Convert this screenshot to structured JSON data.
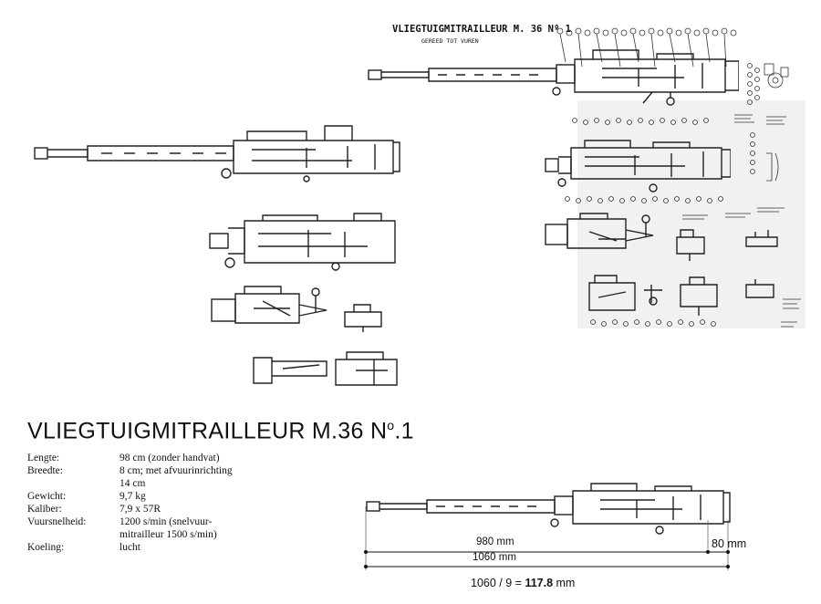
{
  "sheet": {
    "title": "VLIEGTUIGMITRAILLEUR  M. 36 Nº 1",
    "subtitle": "GEREED TOT VUREN"
  },
  "main_title": {
    "text": "VLIEGTUIGMITRAILLEUR M.36 N",
    "suffix": "o",
    "number": ".1"
  },
  "specs": [
    {
      "label": "Lengte:",
      "value": "98 cm (zonder handvat)"
    },
    {
      "label": "Breedte:",
      "value": "8 cm; met afvuurinrichting"
    },
    {
      "label": "",
      "value": "14 cm"
    },
    {
      "label": "Gewicht:",
      "value": "9,7 kg"
    },
    {
      "label": "Kaliber:",
      "value": "7,9 x 57R"
    },
    {
      "label": "Vuursnelheid:",
      "value": "1200 s/min (snelvuur-"
    },
    {
      "label": "",
      "value": "mitrailleur 1500 s/min)"
    },
    {
      "label": "Koeling:",
      "value": "lucht"
    }
  ],
  "dimensions": {
    "barrel_length": "980 mm",
    "stock_length": "80 mm",
    "total_length": "1060 mm",
    "formula_prefix": "1060 / 9 = ",
    "formula_result": "117.8",
    "formula_unit": " mm"
  },
  "colors": {
    "ink": "#222222",
    "sheet_bg": "#f1f1f1",
    "page_bg": "#ffffff"
  }
}
